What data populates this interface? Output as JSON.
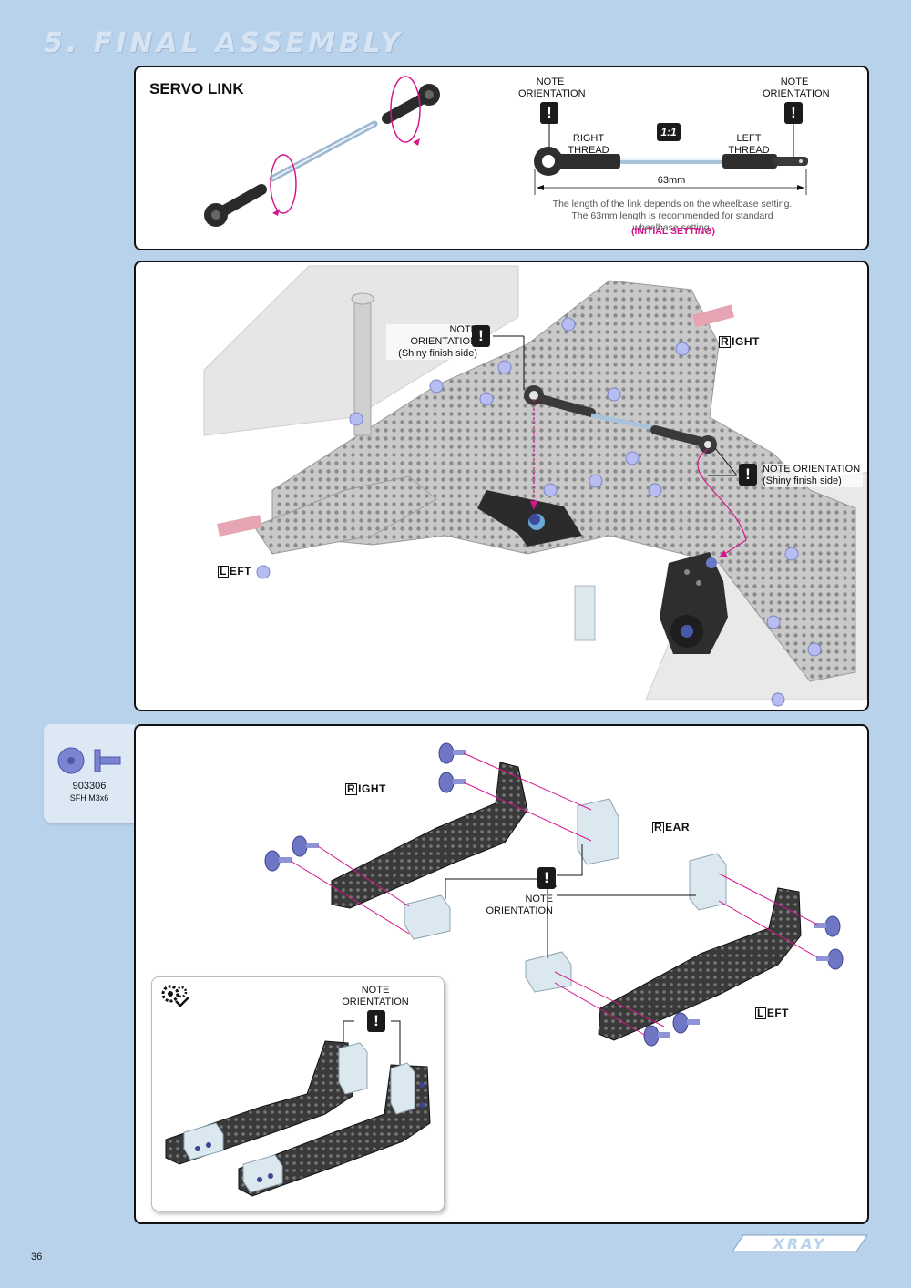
{
  "header": {
    "section_title": "5. FINAL ASSEMBLY"
  },
  "panel1": {
    "title": "SERVO LINK",
    "note_label_left": "NOTE\nORIENTATION",
    "note_label_right": "NOTE\nORIENTATION",
    "ratio_badge": "1:1",
    "right_thread": "RIGHT THREAD",
    "left_thread": "LEFT THREAD",
    "length": "63mm",
    "description": "The length of the link depends on the wheelbase setting. The 63mm length is recommended for standard wheelbase setting.",
    "initial_setting": "(INITIAL SETTING)"
  },
  "panel2": {
    "note1": "NOTE ORIENTATION\n(Shiny finish side)",
    "note2": "NOTE ORIENTATION\n(Shiny finish side)",
    "right_first": "R",
    "right_rest": "IGHT",
    "left_first": "L",
    "left_rest": "EFT"
  },
  "sidebar": {
    "part_number": "903306",
    "part_desc": "SFH M3x6"
  },
  "panel3": {
    "right_first": "R",
    "right_rest": "IGHT",
    "rear_first": "R",
    "rear_rest": "EAR",
    "left_first": "L",
    "left_rest": "EFT",
    "note": "NOTE\nORIENTATION",
    "inset_note": "NOTE\nORIENTATION"
  },
  "footer": {
    "page_number": "36",
    "brand": "XRAY"
  },
  "colors": {
    "background": "#b9d2ec",
    "accent_magenta": "#d6168c",
    "screw_blue": "#6f76c4"
  }
}
